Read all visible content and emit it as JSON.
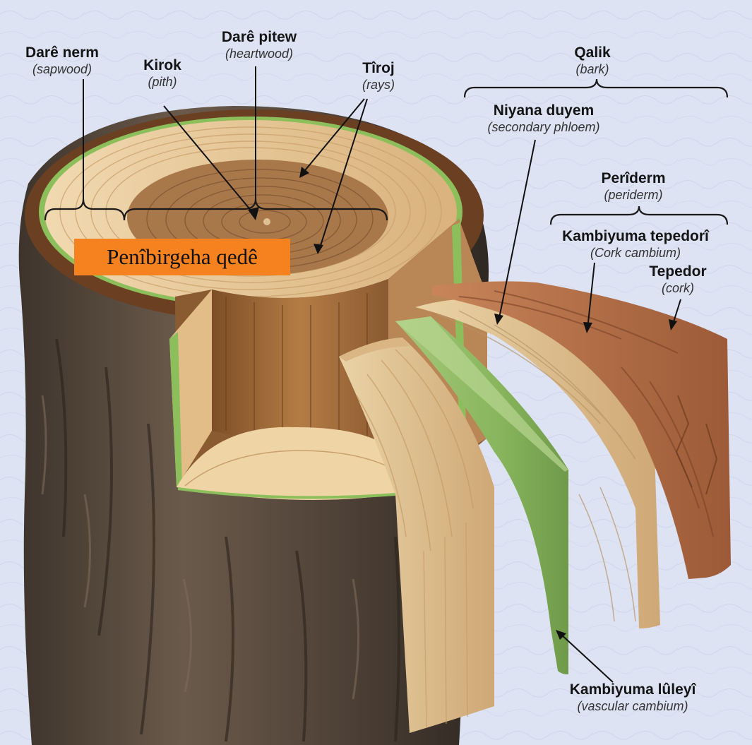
{
  "labels": {
    "sapwood": {
      "name": "Darê nerm",
      "sci": "(sapwood)"
    },
    "heartwood": {
      "name": "Darê pitew",
      "sci": "(heartwood)"
    },
    "pith": {
      "name": "Kirok",
      "sci": "(pith)"
    },
    "rays": {
      "name": "Tîroj",
      "sci": "(rays)"
    },
    "bark": {
      "name": "Qalik",
      "sci": "(bark)"
    },
    "phloem": {
      "name": "Niyana duyem",
      "sci": "(secondary phloem)"
    },
    "periderm": {
      "name": "Perîderm",
      "sci": "(periderm)"
    },
    "cork_cambium": {
      "name": "Kambiyuma tepedorî",
      "sci": "(Cork cambium)"
    },
    "cork": {
      "name": "Tepedor",
      "sci": "(cork)"
    },
    "vascular": {
      "name": "Kambiyuma lûleyî",
      "sci": "(vascular cambium)"
    }
  },
  "callout": "Penîbirgeha qedê",
  "colors": {
    "background": "#dde3f3",
    "callout": "#f6821f",
    "bark": "#5b4a3c",
    "sapwood": "#e8c99a",
    "heartwood": "#a9784a",
    "cambium": "#8cbf5c",
    "cork": "#b86f48"
  }
}
